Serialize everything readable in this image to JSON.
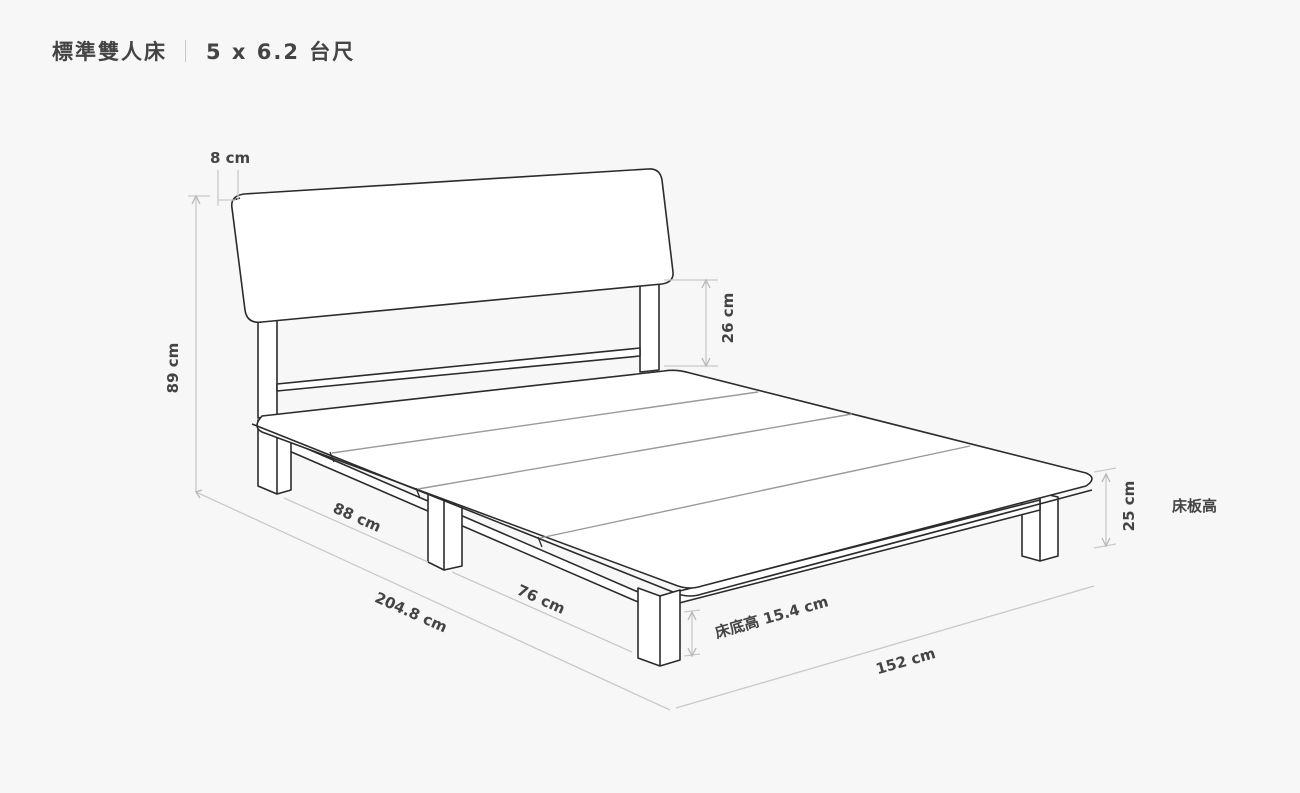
{
  "header": {
    "product_name": "標準雙人床",
    "size": "5 x 6.2 台尺"
  },
  "dimensions": {
    "headboard_thickness": "8 cm",
    "headboard_total_height": "89 cm",
    "headboard_gap": "26 cm",
    "slat_section_front": "88 cm",
    "slat_section_back": "76 cm",
    "total_length": "204.8 cm",
    "total_width": "152 cm",
    "platform_height": "25 cm",
    "platform_height_label": "床板高",
    "under_bed_clearance": "床底高 15.4 cm"
  },
  "colors": {
    "background": "#f6f7f6",
    "line": "#2b2b2b",
    "dimension_line": "#c9c9c9",
    "text": "#444444"
  }
}
